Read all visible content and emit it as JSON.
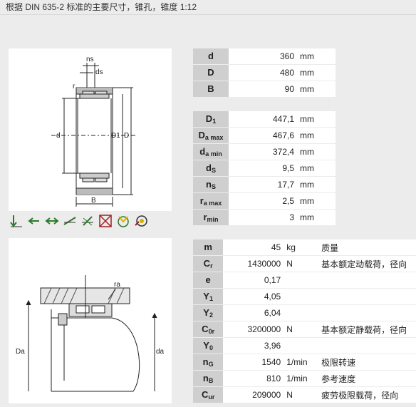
{
  "page_title": "根据 DIN 635-2 标准的主要尺寸，锥孔，锥度 1:12",
  "diagram_top": {
    "labels": {
      "ns": "ns",
      "ds": "ds",
      "r": "r",
      "d": "d",
      "D1": "D1",
      "D": "D",
      "B": "B"
    }
  },
  "diagram_bottom": {
    "labels": {
      "ra": "ra",
      "Da": "Da",
      "da": "da"
    }
  },
  "icons": [
    "radial-load-icon",
    "axial-load-one-direction-icon",
    "axial-load-both-directions-icon",
    "misalignment-icon",
    "angular-misalignment-icon",
    "non-locating-bearing-icon",
    "lubrication-icon",
    "sealed-icon"
  ],
  "table1": [
    {
      "sym": "d",
      "sub": "",
      "value": "360",
      "unit": "mm"
    },
    {
      "sym": "D",
      "sub": "",
      "value": "480",
      "unit": "mm"
    },
    {
      "sym": "B",
      "sub": "",
      "value": "90",
      "unit": "mm"
    }
  ],
  "table2": [
    {
      "sym": "D",
      "sub": "1",
      "value": "447,1",
      "unit": "mm"
    },
    {
      "sym": "D",
      "sub": "a max",
      "value": "467,6",
      "unit": "mm"
    },
    {
      "sym": "d",
      "sub": "a min",
      "value": "372,4",
      "unit": "mm"
    },
    {
      "sym": "d",
      "sub": "S",
      "value": "9,5",
      "unit": "mm"
    },
    {
      "sym": "n",
      "sub": "S",
      "value": "17,7",
      "unit": "mm"
    },
    {
      "sym": "r",
      "sub": "a max",
      "value": "2,5",
      "unit": "mm"
    },
    {
      "sym": "r",
      "sub": "min",
      "value": "3",
      "unit": "mm"
    }
  ],
  "table3": [
    {
      "sym": "m",
      "sub": "",
      "value": "45",
      "unit": "kg",
      "desc": "质量"
    },
    {
      "sym": "C",
      "sub": "r",
      "value": "1430000",
      "unit": "N",
      "desc": "基本额定动载荷，径向"
    },
    {
      "sym": "e",
      "sub": "",
      "value": "0,17",
      "unit": "",
      "desc": ""
    },
    {
      "sym": "Y",
      "sub": "1",
      "value": "4,05",
      "unit": "",
      "desc": ""
    },
    {
      "sym": "Y",
      "sub": "2",
      "value": "6,04",
      "unit": "",
      "desc": ""
    },
    {
      "sym": "C",
      "sub": "0r",
      "value": "3200000",
      "unit": "N",
      "desc": "基本额定静载荷，径向"
    },
    {
      "sym": "Y",
      "sub": "0",
      "value": "3,96",
      "unit": "",
      "desc": ""
    },
    {
      "sym": "n",
      "sub": "G",
      "value": "1540",
      "unit": "1/min",
      "desc": "极限转速"
    },
    {
      "sym": "n",
      "sub": "B",
      "value": "810",
      "unit": "1/min",
      "desc": "参考速度"
    },
    {
      "sym": "C",
      "sub": "ur",
      "value": "209000",
      "unit": "N",
      "desc": "疲劳极限载荷，径向"
    }
  ]
}
